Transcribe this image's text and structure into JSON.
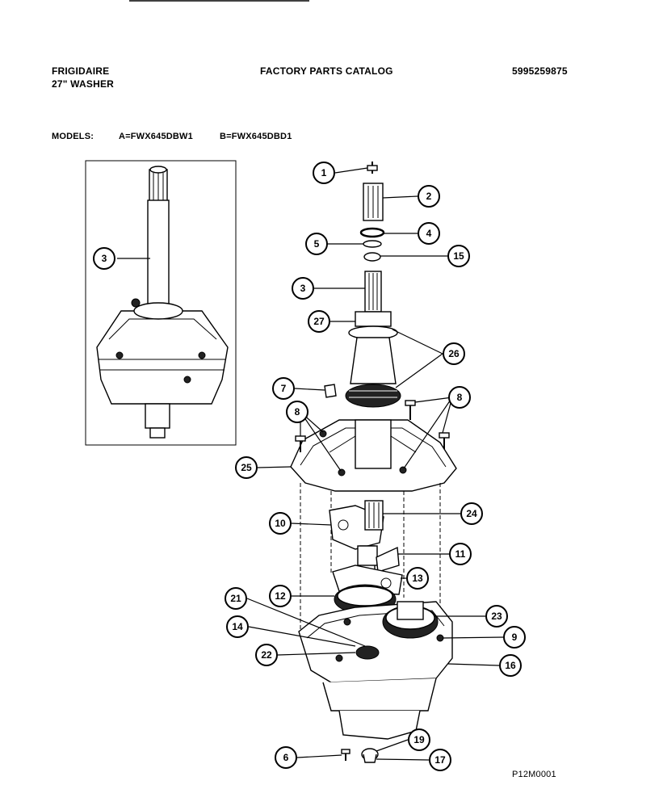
{
  "header": {
    "brand": "FRIGIDAIRE",
    "product": "27\" WASHER",
    "catalog_title": "FACTORY PARTS CATALOG",
    "catalog_number": "5995259875"
  },
  "models": {
    "label": "MODELS:",
    "model_a": "A=FWX645DBW1",
    "model_b": "B=FWX645DBD1"
  },
  "footer": {
    "page_code": "P12M0001"
  },
  "callouts": {
    "inset_3": "3",
    "c1": "1",
    "c2": "2",
    "c3": "3",
    "c4": "4",
    "c5": "5",
    "c6": "6",
    "c7": "7",
    "c8a": "8",
    "c8b": "8",
    "c9": "9",
    "c10": "10",
    "c11": "11",
    "c12": "12",
    "c13": "13",
    "c14": "14",
    "c15": "15",
    "c16": "16",
    "c17": "17",
    "c19": "19",
    "c21": "21",
    "c22": "22",
    "c23": "23",
    "c24": "24",
    "c25": "25",
    "c26": "26",
    "c27": "27"
  }
}
